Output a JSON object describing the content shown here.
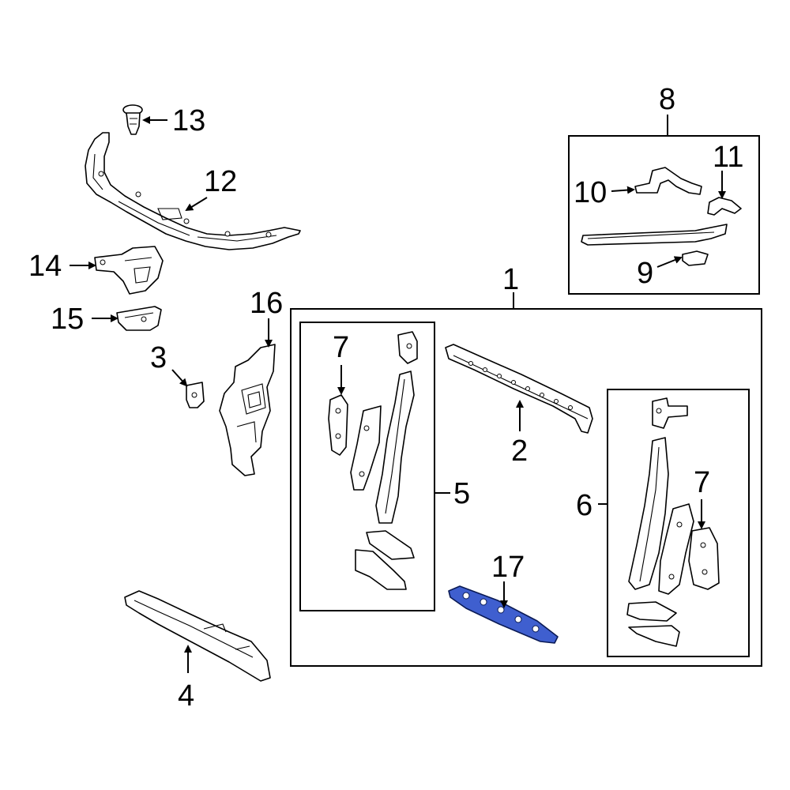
{
  "callouts": {
    "c1": "1",
    "c2": "2",
    "c3": "3",
    "c4": "4",
    "c5": "5",
    "c6": "6",
    "c7a": "7",
    "c7b": "7",
    "c8": "8",
    "c9": "9",
    "c10": "10",
    "c11": "11",
    "c12": "12",
    "c13": "13",
    "c14": "14",
    "c15": "15",
    "c16": "16",
    "c17": "17"
  },
  "colors": {
    "highlight_part": "#3f5fcf",
    "line": "#000000",
    "background": "#ffffff"
  }
}
